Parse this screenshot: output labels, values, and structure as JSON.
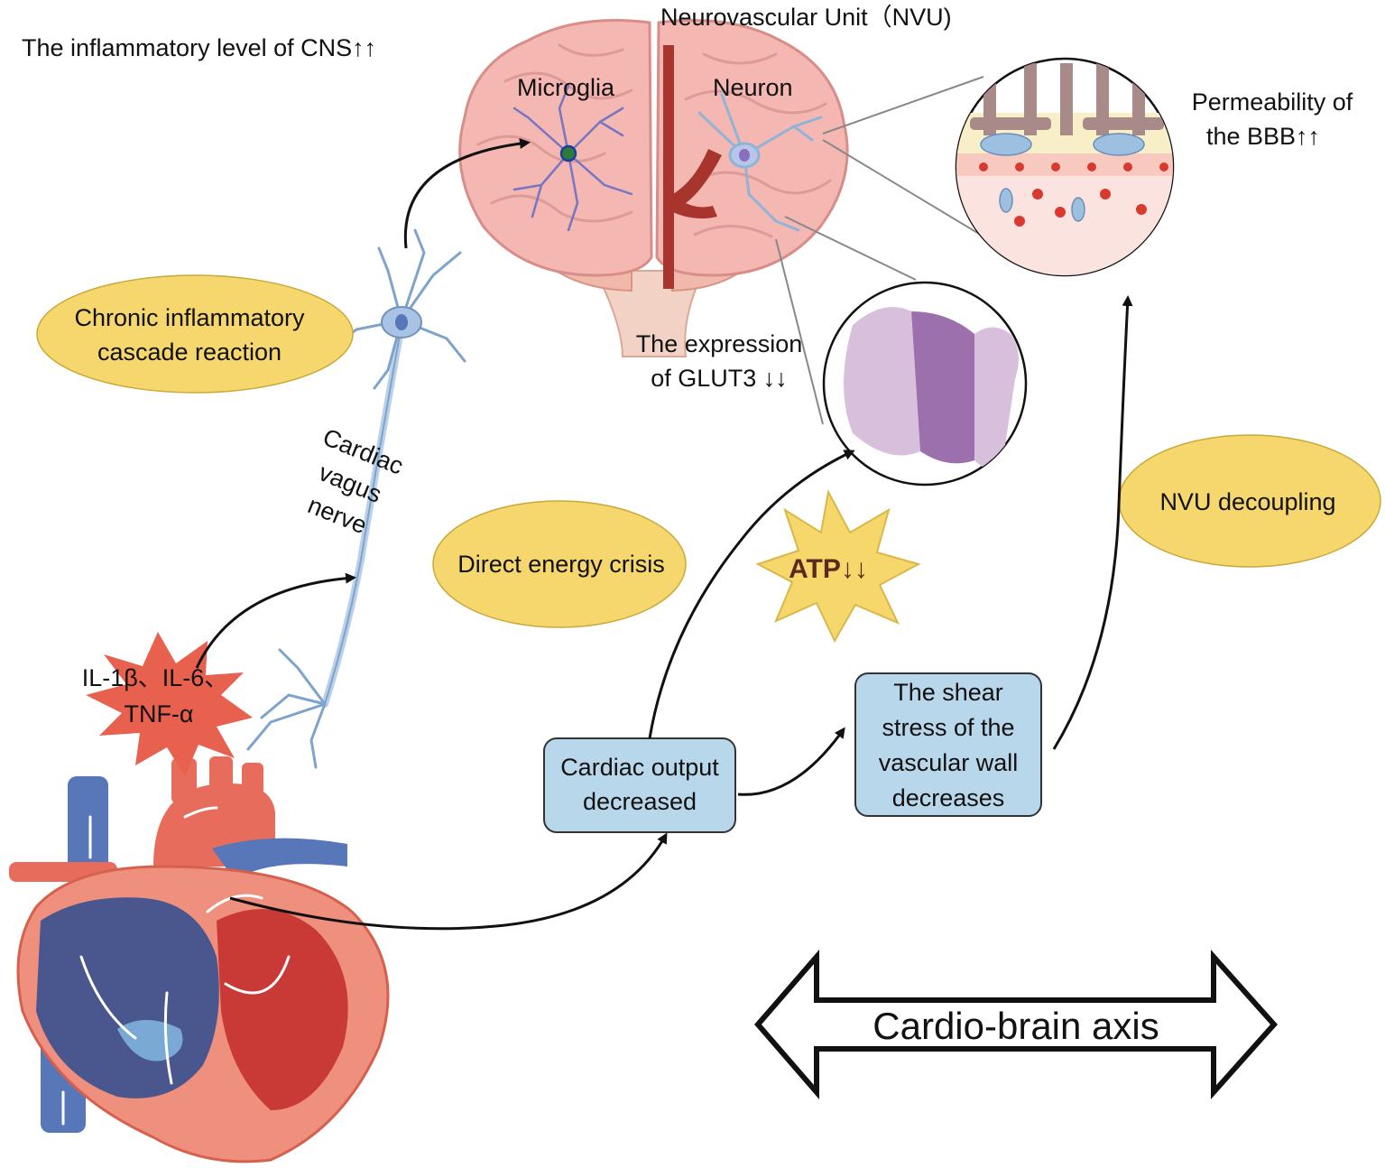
{
  "labels": {
    "cns_inflammation": "The inflammatory level of CNS↑↑",
    "nvu_title": "Neurovascular Unit（NVU)",
    "microglia": "Microglia",
    "neuron": "Neuron",
    "bbb_line1": "Permeability of",
    "bbb_line2": "the BBB↑↑",
    "glut3_line1": "The expression",
    "glut3_line2": "of GLUT3 ↓↓",
    "vagus_line1": "Cardiac",
    "vagus_line2": "vagus",
    "vagus_line3": "nerve",
    "cytokine_line1": "IL-1β、IL-6、",
    "cytokine_line2": "TNF-α",
    "atp": "ATP↓↓",
    "axis": "Cardio-brain axis"
  },
  "ellipses": {
    "chronic_line1": "Chronic inflammatory",
    "chronic_line2": "cascade reaction",
    "energy": "Direct energy crisis",
    "nvu_decoupling": "NVU decoupling"
  },
  "boxes": {
    "cardiac_line1": "Cardiac output",
    "cardiac_line2": "decreased",
    "shear_line1": "The shear",
    "shear_line2": "stress of the",
    "shear_line3": "vascular wall",
    "shear_line4": "decreases"
  },
  "colors": {
    "ellipse_fill": "#f5d76e",
    "box_fill": "#b9d7ea",
    "burst_fill": "#e8604e",
    "star_fill": "#f6d76b",
    "brain": "#f2b3b3",
    "heart_red": "#d9534f",
    "heart_blue": "#5777b8"
  }
}
